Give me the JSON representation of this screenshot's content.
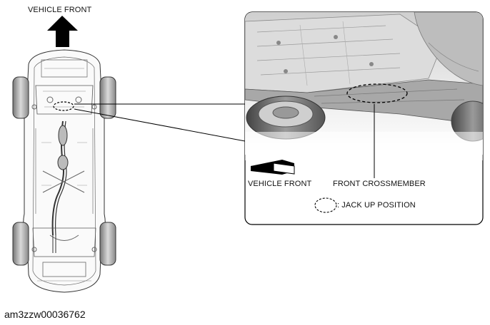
{
  "labels": {
    "top_vehicle_front": "VEHICLE FRONT",
    "inset_vehicle_front": "VEHICLE FRONT",
    "front_crossmember": "FRONT CROSSMEMBER",
    "jack_up_position": ": JACK UP POSITION"
  },
  "figure_id": "am3zzw00036762",
  "icons": {
    "direction_arrow": "arrow-up-icon",
    "inset_direction_arrow": "arrow-left-icon",
    "jack_marker": "dashed-ellipse-icon"
  }
}
